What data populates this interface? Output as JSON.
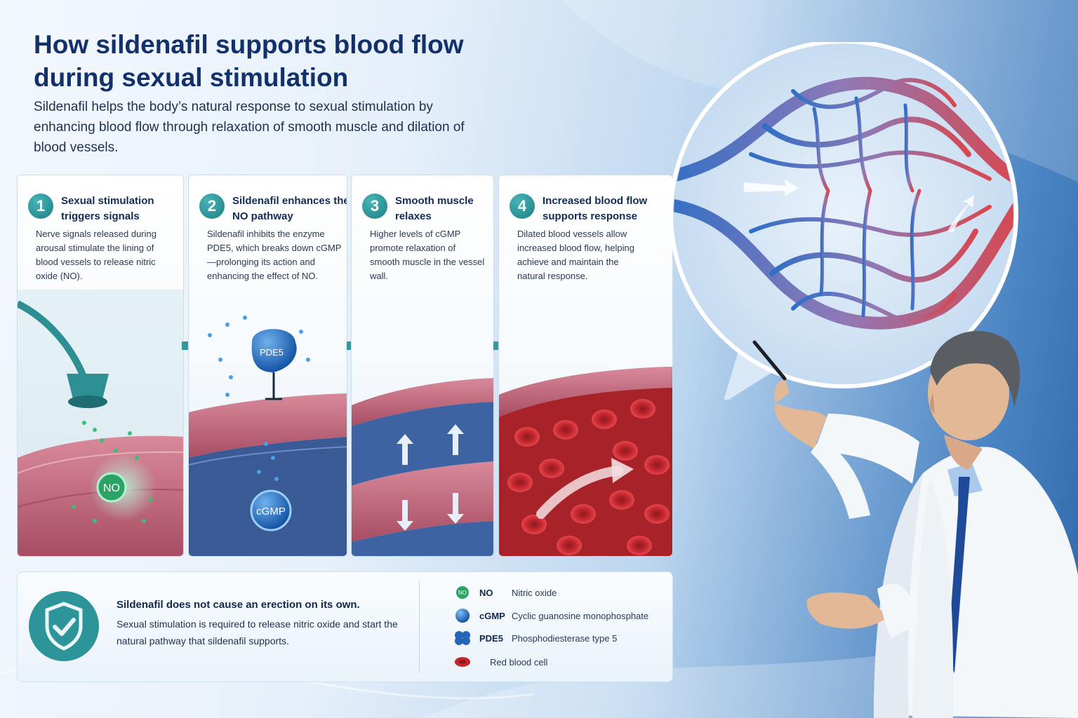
{
  "title": "How sildenafil supports blood flow during sexual stimulation",
  "subtitle": "Sildenafil helps the body’s natural response to sexual stimulation by enhancing blood flow through relaxation of smooth muscle and dilation of blood vessels.",
  "steps": [
    {
      "number": "1",
      "heading": "Sexual stimulation triggers signals",
      "body": "Nerve signals released during arousal stimulate the lining of blood vessels to release nitric oxide (NO).",
      "label": "NO"
    },
    {
      "number": "2",
      "heading": "Sildenafil enhances the NO pathway",
      "body": "Sildenafil inhibits the enzyme PDE5, which breaks down cGMP—prolonging its action and enhancing the effect of NO.",
      "label_enzyme": "PDE5",
      "label_molecule": "cGMP"
    },
    {
      "number": "3",
      "heading": "Smooth muscle relaxes",
      "body": "Higher levels of cGMP promote relaxation of smooth muscle in the vessel wall."
    },
    {
      "number": "4",
      "heading": "Increased blood flow supports response",
      "body": "Dilated blood vessels allow increased blood flow, helping achieve and maintain the natural response."
    }
  ],
  "note": {
    "bold": "Sildenafil does not cause an erection on its own.",
    "text": "Sexual stimulation is required to release nitric oxide and start the natural pathway that sildenafil supports."
  },
  "legend": [
    {
      "abbr": "NO",
      "full": "Nitric oxide",
      "icon": "no-molecule-icon"
    },
    {
      "abbr": "cGMP",
      "full": "Cyclic guanosine monophosphate",
      "icon": "cgmp-molecule-icon"
    },
    {
      "abbr": "PDE5",
      "full": "Phosphodiesterase type 5",
      "icon": "pde5-enzyme-icon"
    },
    {
      "abbr": "",
      "full": "Red blood cell",
      "icon": "red-blood-cell-icon"
    }
  ],
  "legend_no_icon_text": "NO",
  "colors": {
    "title": "#12306a",
    "teal_accent": "#1b7f84",
    "vessel_wall": "#c96a7e",
    "blood_red": "#c4262e",
    "molecule_blue": "#1f6fc4",
    "no_green": "#2aa365"
  }
}
